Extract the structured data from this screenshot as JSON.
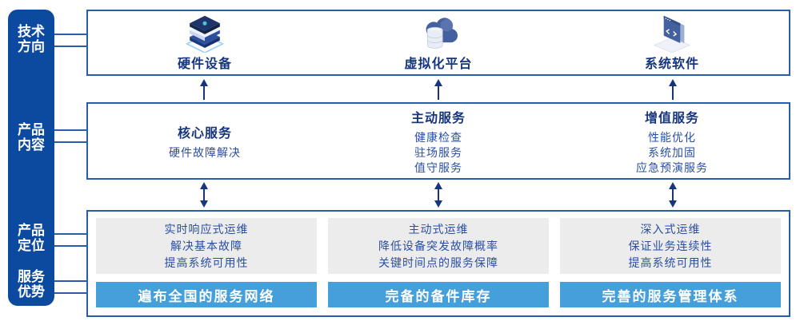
{
  "colors": {
    "sidebar_bg": "#0b4a9e",
    "box_border": "#2b5cab",
    "heading_text": "#16357f",
    "body_text": "#2a4fa2",
    "gray_panel_bg": "#ececec",
    "advantage_bar_bg": "#459fdb",
    "advantage_bar_text": "#ffffff",
    "arrow": "#16357f",
    "icon_accent_teal": "#49c7d6",
    "icon_blue": "#44609f"
  },
  "sidebar": {
    "labels": [
      {
        "line1": "技术",
        "line2": "方向"
      },
      {
        "line1": "产品",
        "line2": "内容"
      },
      {
        "line1": "产品",
        "line2": "定位"
      },
      {
        "line1": "服务",
        "line2": "优势"
      }
    ]
  },
  "tech_direction": {
    "items": [
      {
        "icon": "server-stack-icon",
        "label": "硬件设备"
      },
      {
        "icon": "cloud-database-icon",
        "label": "虚拟化平台"
      },
      {
        "icon": "code-window-icon",
        "label": "系统软件"
      }
    ]
  },
  "product_content": {
    "columns": [
      {
        "title": "核心服务",
        "items": [
          "硬件故障解决"
        ]
      },
      {
        "title": "主动服务",
        "items": [
          "健康检查",
          "驻场服务",
          "值守服务"
        ]
      },
      {
        "title": "增值服务",
        "items": [
          "性能优化",
          "系统加固",
          "应急预演服务"
        ]
      }
    ]
  },
  "product_position": {
    "columns": [
      {
        "lines": [
          "实时响应式运维",
          "解决基本故障",
          "提高系统可用性"
        ],
        "advantage": "遍布全国的服务网络"
      },
      {
        "lines": [
          "主动式运维",
          "降低设备突发故障概率",
          "关键时间点的服务保障"
        ],
        "advantage": "完备的备件库存"
      },
      {
        "lines": [
          "深入式运维",
          "保证业务连续性",
          "提高系统可用性"
        ],
        "advantage": "完善的服务管理体系"
      }
    ]
  }
}
